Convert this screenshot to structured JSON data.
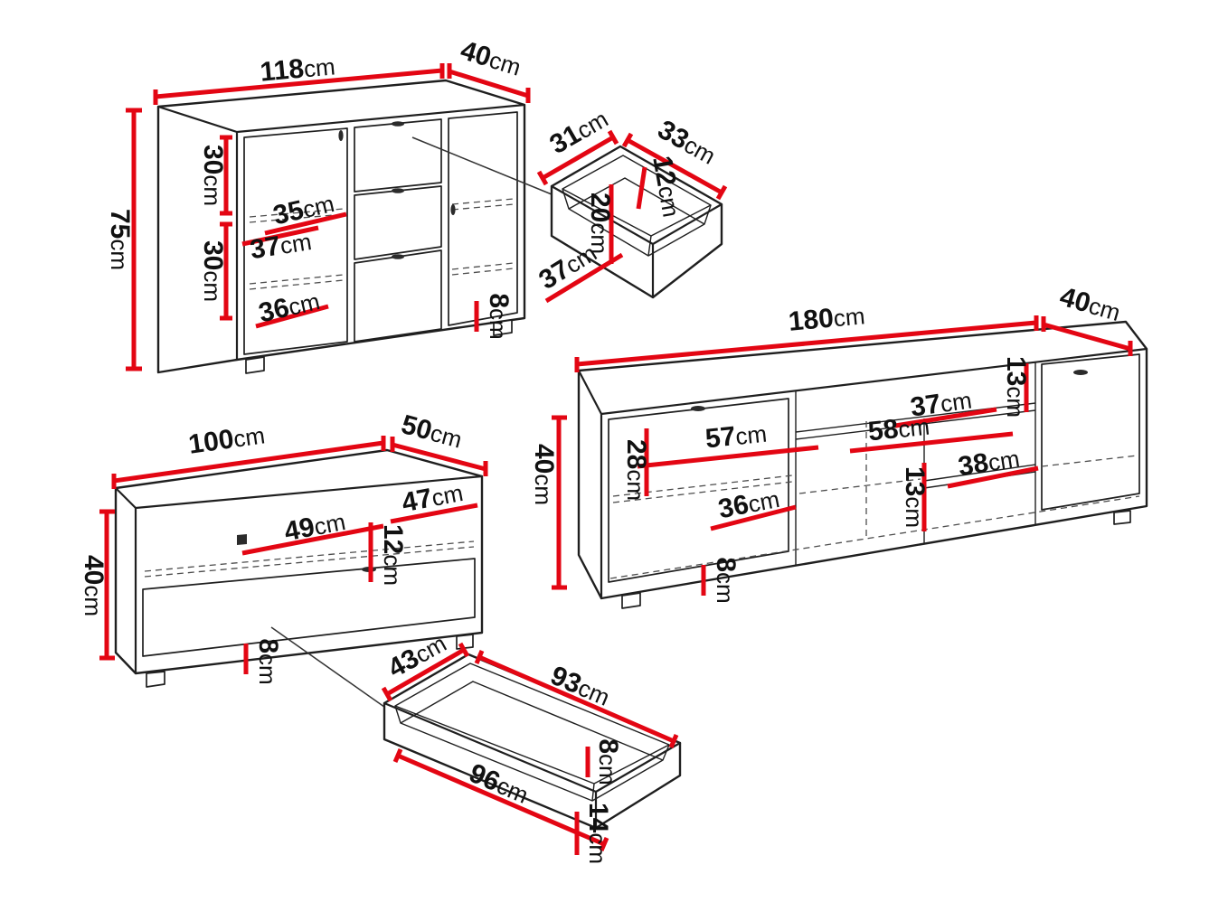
{
  "unit": "cm",
  "colors": {
    "dimension_line": "#e30613",
    "outline": "#1f1f1f",
    "label": "#111111"
  },
  "pieces": {
    "sideboard": {
      "width": "118",
      "depth": "40",
      "height": "75",
      "inner_top_height": "30",
      "inner_bottom_height": "30",
      "shelf_width": "35",
      "shelf_depth": "37",
      "bottom_shelf_width": "36",
      "plinth_height": "8"
    },
    "small_drawer": {
      "side_depth": "31",
      "front_width": "33",
      "front_height": "12",
      "inner_height": "20",
      "bottom_depth": "37"
    },
    "tv_stand": {
      "width": "180",
      "depth": "40",
      "height": "40",
      "top_niche_height": "13",
      "shelf_depth": "37",
      "left_niche_width": "57",
      "middle_niche_width": "58",
      "left_niche_height": "28",
      "right_shelf_depth": "38",
      "middle_niche_height": "13",
      "bottom_shelf_depth": "36",
      "plinth_height": "8"
    },
    "tv_cabinet": {
      "width": "100",
      "depth": "50",
      "height": "40",
      "niche_top_width": "47",
      "niche_width": "49",
      "niche_height": "12",
      "plinth_height": "8"
    },
    "large_drawer": {
      "side_depth": "43",
      "front_width": "93",
      "inner_height": "8",
      "bottom_width": "96",
      "front_height": "14"
    }
  }
}
